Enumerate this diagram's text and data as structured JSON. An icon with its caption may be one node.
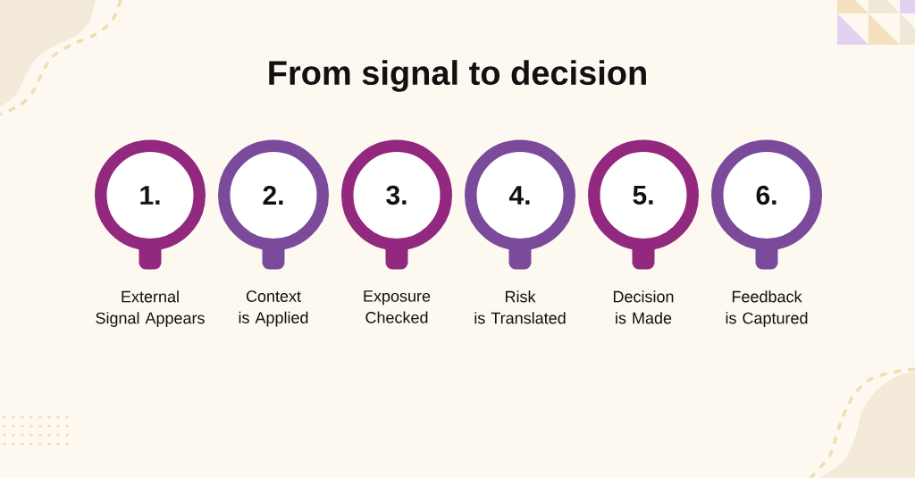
{
  "diagram": {
    "title": "From signal to decision",
    "nodes": [
      {
        "text": [
          "1."
        ],
        "beside": [
          "External Signal Appears"
        ]
      },
      {
        "text": [
          "2."
        ],
        "beside": [
          "Context is Applied"
        ]
      },
      {
        "text": [
          "3."
        ],
        "beside": [
          "Exposure Checked"
        ]
      },
      {
        "text": [
          "4."
        ],
        "beside": [
          "Risk is Translated"
        ]
      },
      {
        "text": [
          "5."
        ],
        "beside": [
          "Decision is Made"
        ]
      },
      {
        "text": [
          "6."
        ],
        "beside": [
          "Feedback is Captured"
        ]
      }
    ]
  }
}
